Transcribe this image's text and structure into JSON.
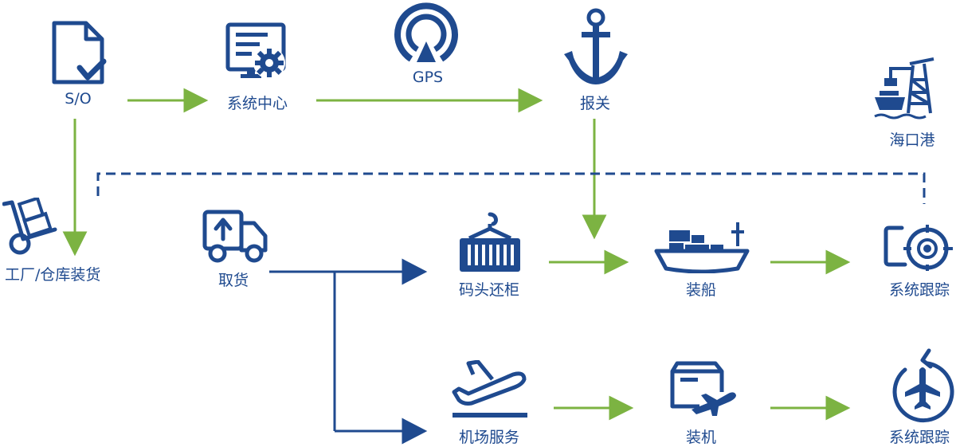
{
  "diagram": {
    "colors": {
      "primary": "#1f4a8f",
      "arrow": "#7cb342"
    },
    "nodes": {
      "so": {
        "label": "S/O",
        "icon": "document-check-icon"
      },
      "system_center": {
        "label": "系统中心",
        "icon": "certificate-gear-icon"
      },
      "gps": {
        "label": "GPS",
        "icon": "gps-signal-icon"
      },
      "customs": {
        "label": "报关",
        "icon": "anchor-icon"
      },
      "seaport": {
        "label": "海口港",
        "icon": "port-crane-icon"
      },
      "factory": {
        "label": "工厂/仓库装货",
        "icon": "hand-truck-icon"
      },
      "pickup": {
        "label": "取货",
        "icon": "delivery-truck-icon"
      },
      "dock_return": {
        "label": "码头还柜",
        "icon": "container-crane-icon"
      },
      "ship_load": {
        "label": "装船",
        "icon": "cargo-ship-icon"
      },
      "tracking_sea": {
        "label": "系统跟踪",
        "icon": "monitor-target-icon"
      },
      "airport": {
        "label": "机场服务",
        "icon": "plane-departure-icon"
      },
      "air_load": {
        "label": "装机",
        "icon": "box-airplane-icon"
      },
      "tracking_air": {
        "label": "系统跟踪",
        "icon": "plane-cycle-icon"
      }
    }
  }
}
